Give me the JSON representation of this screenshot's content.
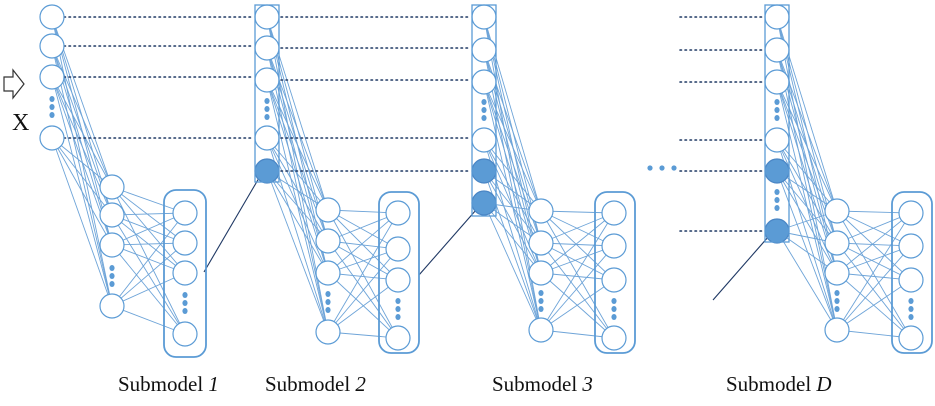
{
  "input_label": "X",
  "submodels": [
    {
      "prefix": "Submodel ",
      "index": "1"
    },
    {
      "prefix": "Submodel ",
      "index": "2"
    },
    {
      "prefix": "Submodel ",
      "index": "3"
    },
    {
      "prefix": "Submodel ",
      "index": "D"
    }
  ],
  "colors": {
    "stroke": "#5b9bd5",
    "edge": "#6ea4d8",
    "filled": "#5b9bd5",
    "dotted": "#1f3864",
    "caption": "#111111"
  }
}
